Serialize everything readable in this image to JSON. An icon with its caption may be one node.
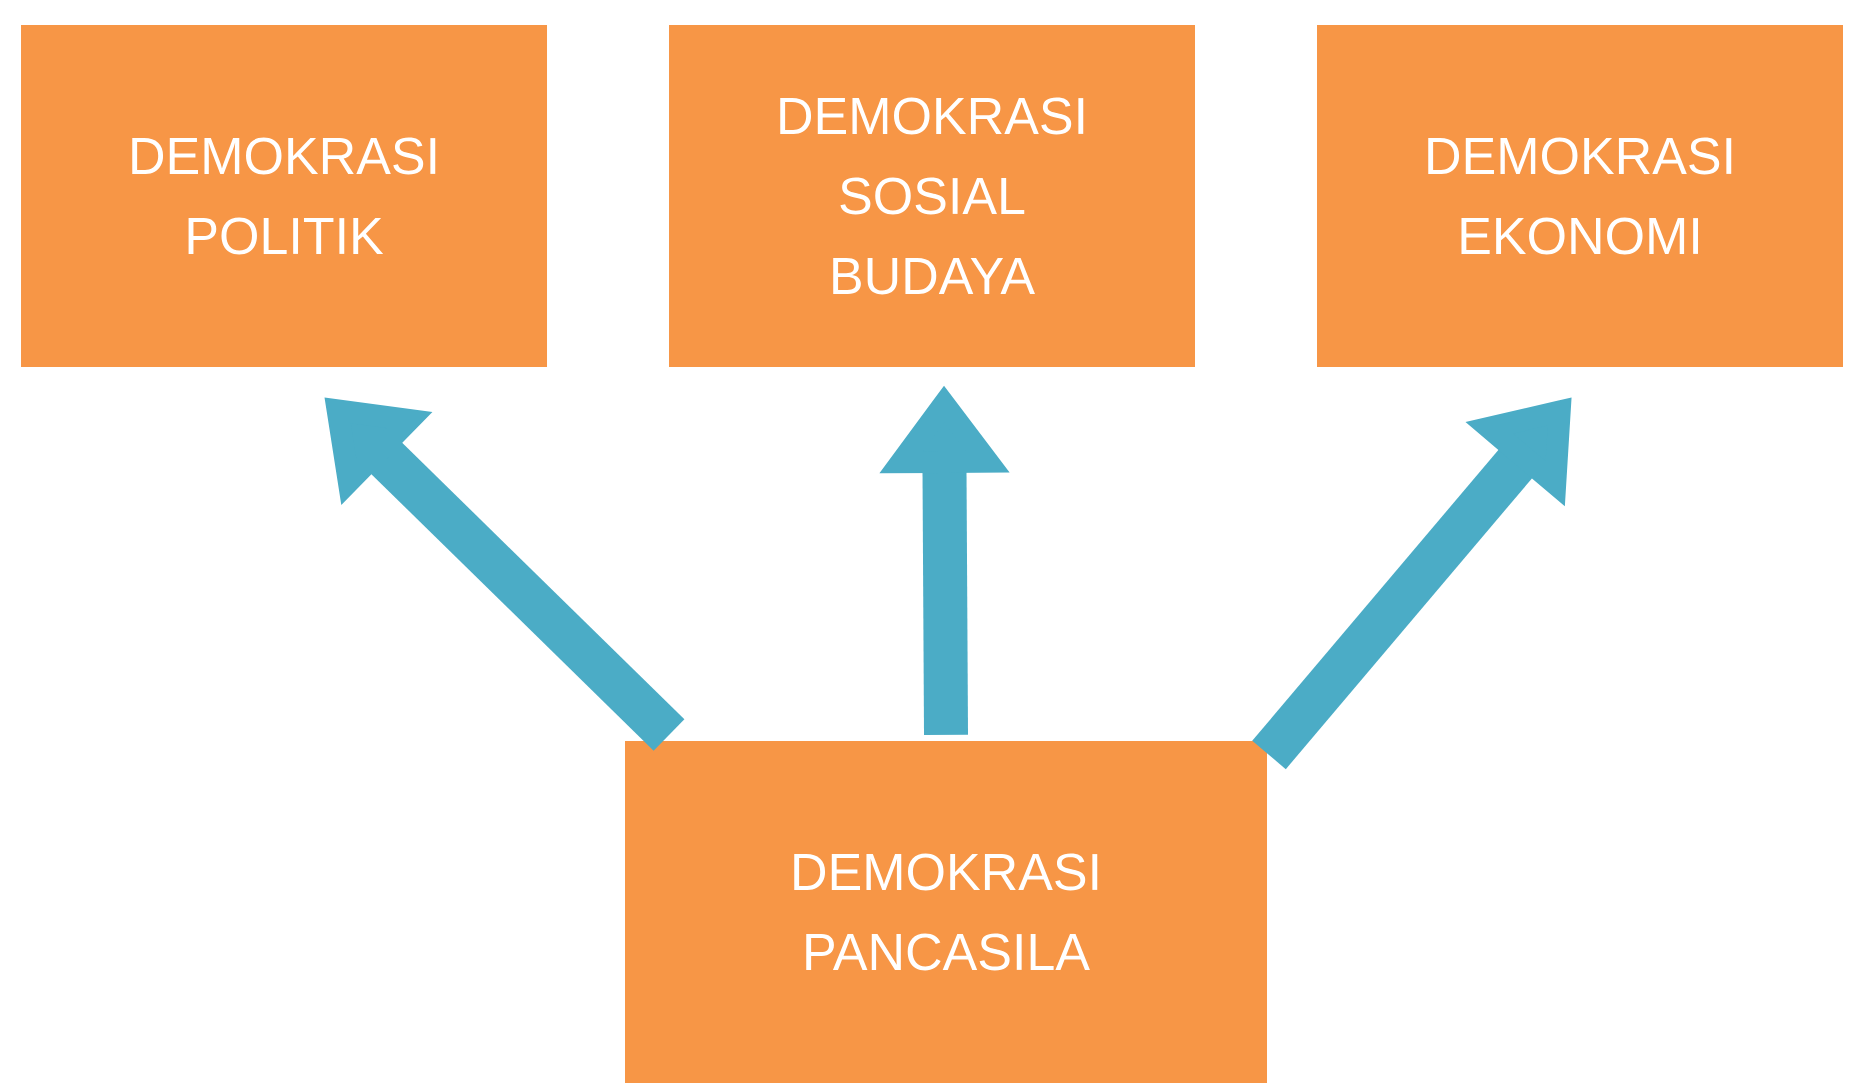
{
  "diagram": {
    "nodes": [
      {
        "text": [
          "DEMOKRASI POLITIK"
        ]
      },
      {
        "text": [
          "DEMOKRASI SOSIAL BUDAYA"
        ]
      },
      {
        "text": [
          "DEMOKRASI EKONOMI"
        ]
      },
      {
        "text": [
          "DEMOKRASI PANCASILA"
        ]
      }
    ],
    "edges": [
      {
        "from": 3,
        "to": 0,
        "arrow": "to"
      },
      {
        "from": 3,
        "to": 1,
        "arrow": "to"
      },
      {
        "from": 3,
        "to": 2,
        "arrow": "to"
      }
    ]
  }
}
